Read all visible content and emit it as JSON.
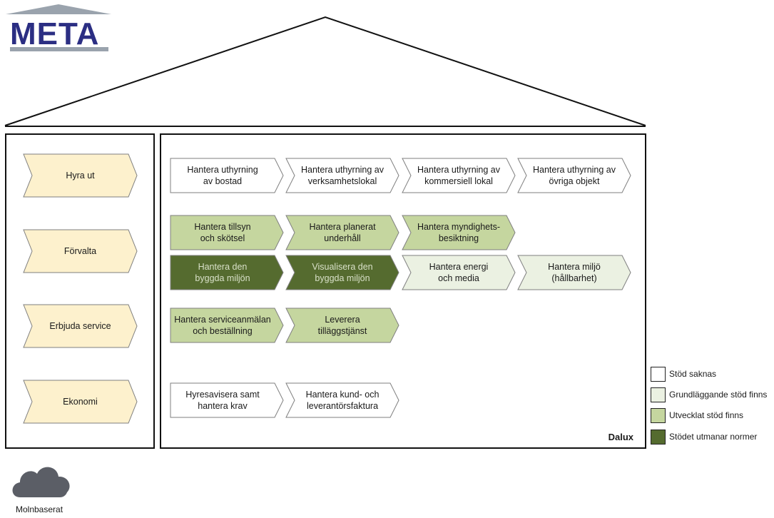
{
  "logo": {
    "text": "META"
  },
  "system_label": "Dalux",
  "cloud": {
    "icon": "cloud-icon",
    "label": "Molnbaserat"
  },
  "colors": {
    "none": "#ffffff",
    "basic": "#ebf1e2",
    "developed": "#c5d69f",
    "challenges": "#556b2f",
    "process": "#fdf1cd",
    "stroke": "#7f7f7f",
    "logo": "#2b2e83",
    "logo_roof": "#9aa3ad"
  },
  "processes": [
    {
      "label": "Hyra ut"
    },
    {
      "label": "Förvalta"
    },
    {
      "label": "Erbjuda service"
    },
    {
      "label": "Ekonomi"
    }
  ],
  "activities": [
    [
      {
        "label": "Hantera uthyrning\nav bostad",
        "support": "none"
      },
      {
        "label": "Hantera uthyrning av\nverksamhetslokal",
        "support": "none"
      },
      {
        "label": "Hantera uthyrning av\nkommersiell lokal",
        "support": "none"
      },
      {
        "label": "Hantera uthyrning av\növriga objekt",
        "support": "none"
      }
    ],
    [
      {
        "label": "Hantera tillsyn\noch skötsel",
        "support": "developed"
      },
      {
        "label": "Hantera planerat\nunderhåll",
        "support": "developed"
      },
      {
        "label": "Hantera myndighets-\nbesiktning",
        "support": "developed"
      }
    ],
    [
      {
        "label": "Hantera den\nbyggda miljön",
        "support": "challenges"
      },
      {
        "label": "Visualisera den\nbyggda miljön",
        "support": "challenges"
      },
      {
        "label": "Hantera energi\noch media",
        "support": "basic"
      },
      {
        "label": "Hantera miljö\n(hållbarhet)",
        "support": "basic"
      }
    ],
    [
      {
        "label": "Hantera serviceanmälan\noch beställning",
        "support": "developed"
      },
      {
        "label": "Leverera\ntilläggstjänst",
        "support": "developed"
      }
    ],
    [
      {
        "label": "Hyresavisera samt\nhantera krav",
        "support": "none"
      },
      {
        "label": "Hantera kund- och\nleverantörsfaktura",
        "support": "none"
      }
    ]
  ],
  "legend": [
    {
      "key": "none",
      "label": "Stöd saknas"
    },
    {
      "key": "basic",
      "label": "Grundläggande stöd finns"
    },
    {
      "key": "developed",
      "label": "Utvecklat stöd finns"
    },
    {
      "key": "challenges",
      "label": "Stödet utmanar normer"
    }
  ]
}
